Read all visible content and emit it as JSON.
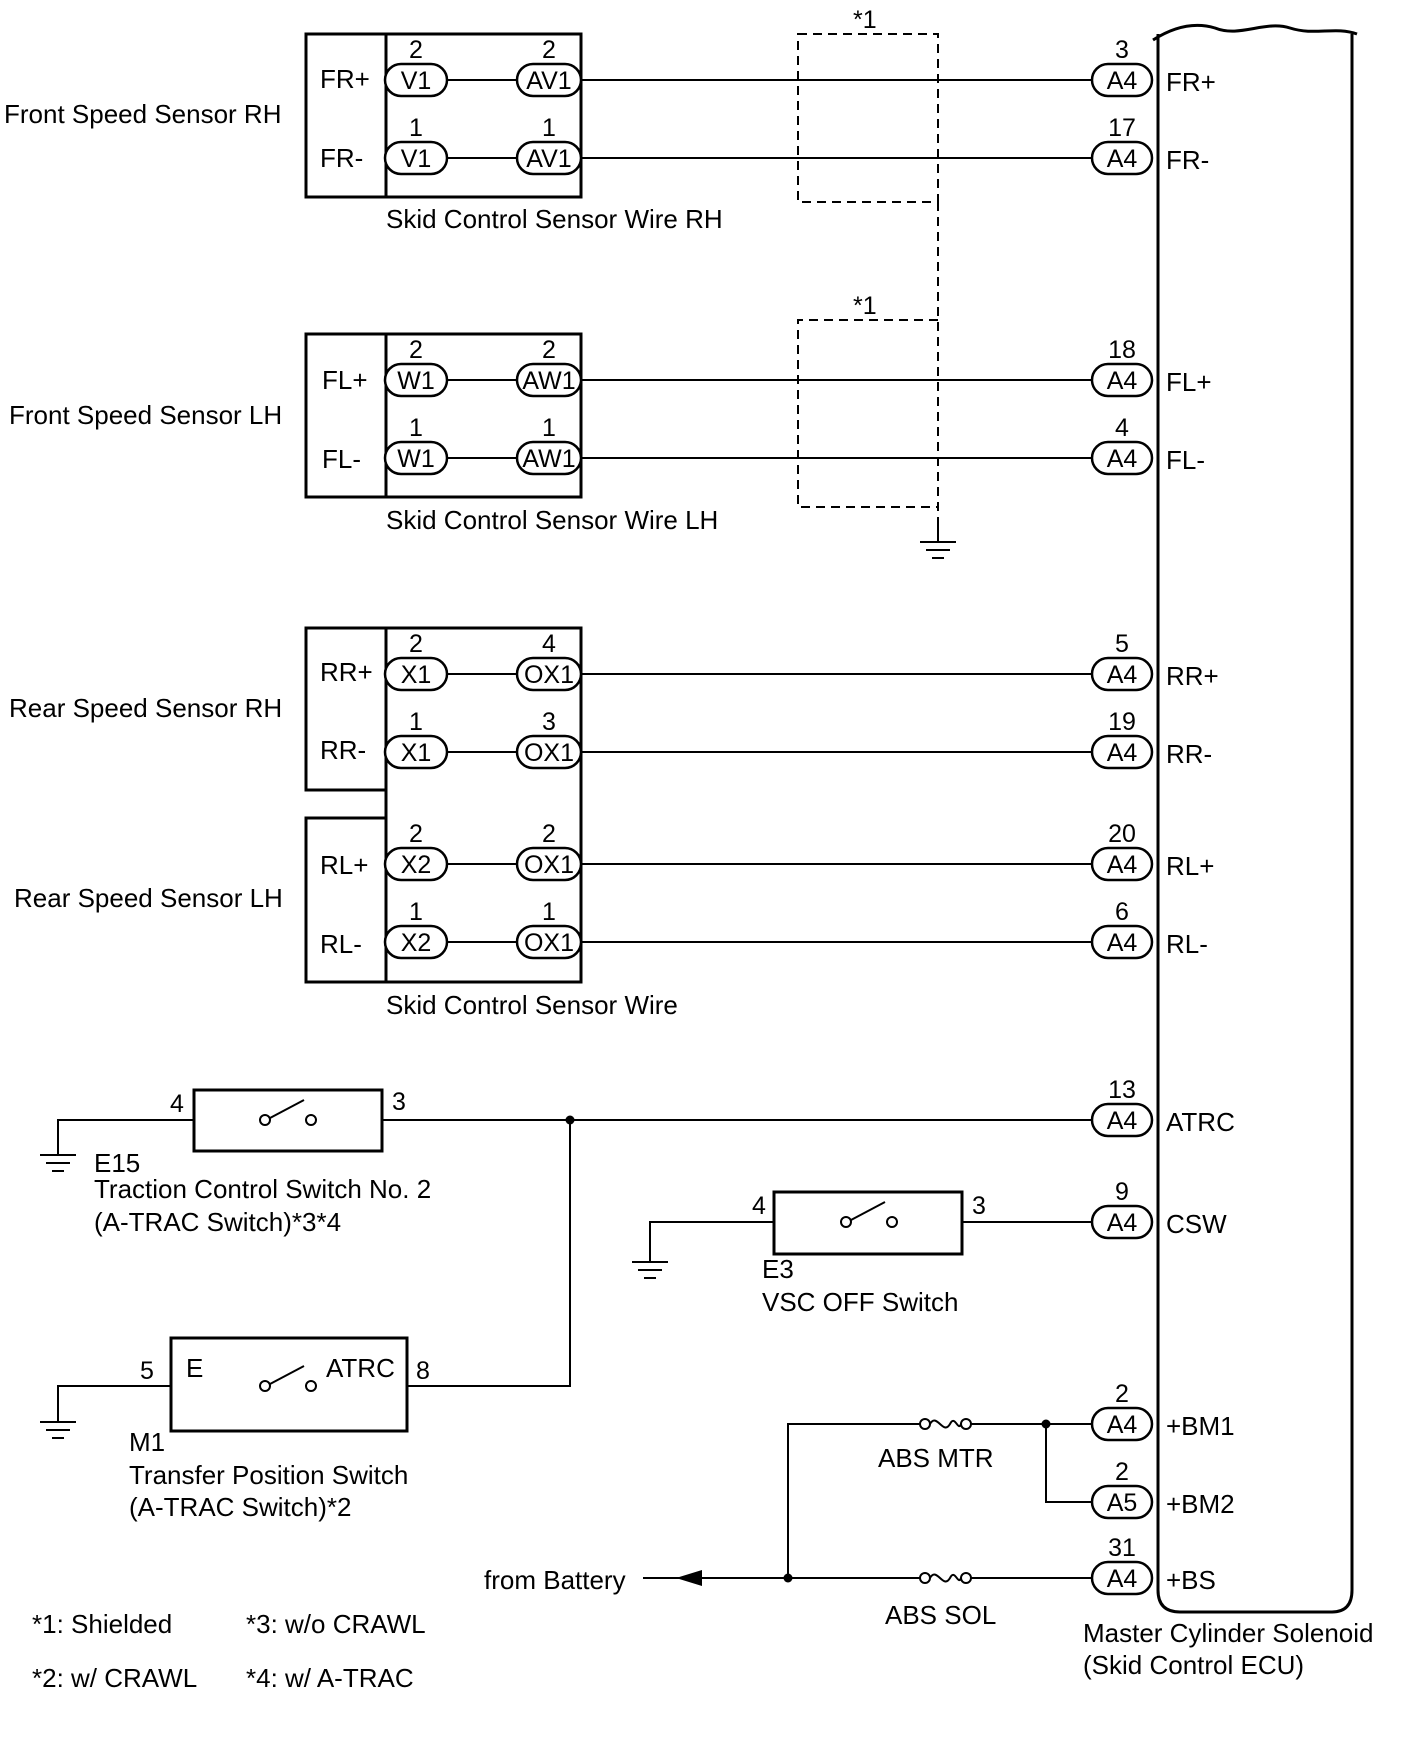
{
  "sensors": {
    "front_rh": {
      "name": "Front Speed Sensor RH",
      "pos_label": "FR+",
      "neg_label": "FR-"
    },
    "front_lh": {
      "name": "Front Speed Sensor LH",
      "pos_label": "FL+",
      "neg_label": "FL-"
    },
    "rear_rh": {
      "name": "Rear Speed Sensor RH",
      "pos_label": "RR+",
      "neg_label": "RR-"
    },
    "rear_lh": {
      "name": "Rear Speed Sensor LH",
      "pos_label": "RL+",
      "neg_label": "RL-"
    }
  },
  "wires": {
    "rh": "Skid Control Sensor Wire RH",
    "lh": "Skid Control Sensor Wire LH",
    "rear": "Skid Control Sensor Wire"
  },
  "connectors": {
    "v1": "V1",
    "av1": "AV1",
    "w1": "W1",
    "aw1": "AW1",
    "x1": "X1",
    "x2": "X2",
    "ox1": "OX1",
    "a4": "A4",
    "a5": "A5"
  },
  "pins": {
    "fr_pos": {
      "sensor": "2",
      "wire": "2",
      "ecu": "3",
      "ecu_label": "FR+"
    },
    "fr_neg": {
      "sensor": "1",
      "wire": "1",
      "ecu": "17",
      "ecu_label": "FR-"
    },
    "fl_pos": {
      "sensor": "2",
      "wire": "2",
      "ecu": "18",
      "ecu_label": "FL+"
    },
    "fl_neg": {
      "sensor": "1",
      "wire": "1",
      "ecu": "4",
      "ecu_label": "FL-"
    },
    "rr_pos": {
      "sensor": "2",
      "wire": "4",
      "ecu": "5",
      "ecu_label": "RR+"
    },
    "rr_neg": {
      "sensor": "1",
      "wire": "3",
      "ecu": "19",
      "ecu_label": "RR-"
    },
    "rl_pos": {
      "sensor": "2",
      "wire": "2",
      "ecu": "20",
      "ecu_label": "RL+"
    },
    "rl_neg": {
      "sensor": "1",
      "wire": "1",
      "ecu": "6",
      "ecu_label": "RL-"
    },
    "atrc": {
      "ecu": "13",
      "ecu_label": "ATRC"
    },
    "csw": {
      "ecu": "9",
      "ecu_label": "CSW"
    },
    "bm1": {
      "ecu": "2",
      "ecu_label": "+BM1"
    },
    "bm2": {
      "ecu": "2",
      "ecu_label": "+BM2"
    },
    "bs": {
      "ecu": "31",
      "ecu_label": "+BS"
    }
  },
  "shield_marks": {
    "top": "*1",
    "bottom": "*1"
  },
  "switches": {
    "traction": {
      "code": "E15",
      "name": "Traction Control Switch No. 2",
      "note": "(A-TRAC Switch)*3*4",
      "pin_in": "4",
      "pin_out": "3"
    },
    "vsc": {
      "code": "E3",
      "name": "VSC OFF Switch",
      "pin_in": "4",
      "pin_out": "3"
    },
    "transfer": {
      "code": "M1",
      "name": "Transfer Position Switch",
      "note": "(A-TRAC Switch)*2",
      "pin_in": "5",
      "pin_out": "8",
      "in_label": "E",
      "out_label": "ATRC"
    }
  },
  "fuses": {
    "mtr": "ABS MTR",
    "sol": "ABS SOL"
  },
  "battery_label": "from Battery",
  "ecu": {
    "name": "Master Cylinder Solenoid",
    "sub": "(Skid Control ECU)"
  },
  "footnotes": {
    "n1": "*1: Shielded",
    "n2": "*2: w/ CRAWL",
    "n3": "*3: w/o CRAWL",
    "n4": "*4: w/ A-TRAC"
  }
}
